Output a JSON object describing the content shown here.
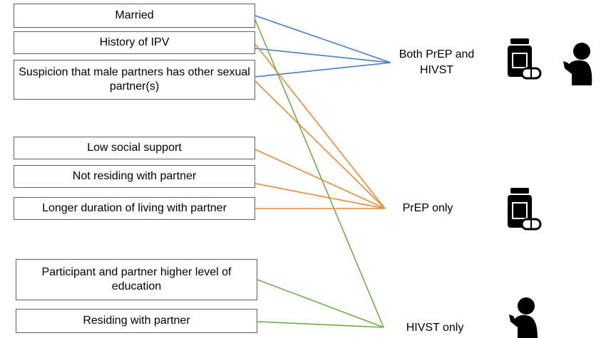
{
  "factors": [
    {
      "id": "married",
      "label": "Married"
    },
    {
      "id": "ipv",
      "label": "History of IPV"
    },
    {
      "id": "suspicion",
      "label": "Suspicion that male partners has other sexual partner(s)"
    },
    {
      "id": "social",
      "label": "Low social support"
    },
    {
      "id": "not_residing",
      "label": "Not residing with partner"
    },
    {
      "id": "duration",
      "label": "Longer duration of living with partner"
    },
    {
      "id": "education",
      "label": "Participant and partner higher level of education"
    },
    {
      "id": "residing",
      "label": "Residing with partner"
    }
  ],
  "outcomes": [
    {
      "id": "both",
      "label": "Both PrEP and HIVST",
      "icons": [
        "pill-bottle-icon",
        "person-icon"
      ]
    },
    {
      "id": "prep",
      "label": "PrEP only",
      "icons": [
        "pill-bottle-icon"
      ]
    },
    {
      "id": "hivst",
      "label": "HIVST only",
      "icons": [
        "person-icon"
      ]
    }
  ],
  "colors": {
    "both": "#4a7bc8",
    "prep": "#e8893a",
    "hivst": "#6fae45"
  }
}
